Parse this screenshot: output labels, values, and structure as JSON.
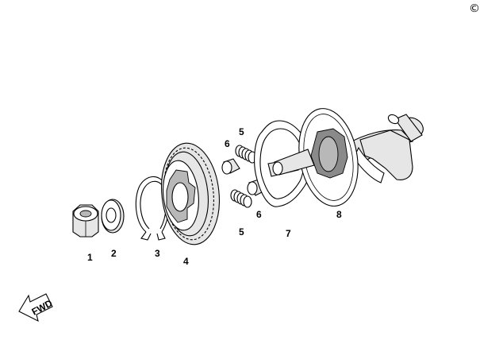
{
  "copyright_symbol": "©",
  "callouts": {
    "c1": "1",
    "c2": "2",
    "c3": "3",
    "c4": "4",
    "c5a": "5",
    "c5b": "5",
    "c6a": "6",
    "c6b": "6",
    "c7": "7",
    "c8": "8"
  },
  "direction_marker": {
    "text": "FWD"
  }
}
